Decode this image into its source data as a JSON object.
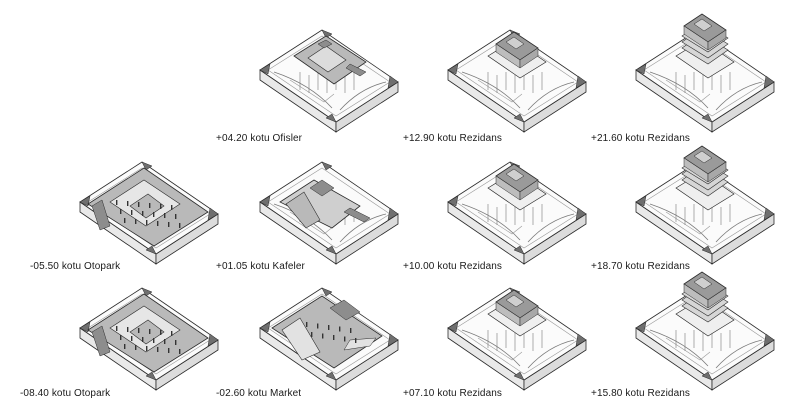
{
  "figure": {
    "background": "#ffffff",
    "colors": {
      "outline": "#2b2b2b",
      "base_face": "#fbfbfb",
      "base_side": "#e9e9e9",
      "slab_fill": "#b9b9b9",
      "slab_dark": "#8d8d8d",
      "tower_fill": "#9a9a9a",
      "tower_light": "#d6d6d6",
      "corner_fill": "#6f6f6f"
    }
  },
  "panels": [
    {
      "id": "r1c2",
      "label": "+04.20 kotu Ofisler",
      "kind": "office"
    },
    {
      "id": "r1c3",
      "label": "+12.90 kotu Rezidans",
      "kind": "residence"
    },
    {
      "id": "r1c4",
      "label": "+21.60 kotu Rezidans",
      "kind": "residence-top"
    },
    {
      "id": "r2c1",
      "label": "-05.50 kotu Otopark",
      "kind": "parking"
    },
    {
      "id": "r2c2",
      "label": "+01.05 kotu Kafeler",
      "kind": "cafe"
    },
    {
      "id": "r2c3",
      "label": "+10.00 kotu Rezidans",
      "kind": "residence"
    },
    {
      "id": "r2c4",
      "label": "+18.70 kotu Rezidans",
      "kind": "residence-top"
    },
    {
      "id": "r3c1",
      "label": "-08.40 kotu Otopark",
      "kind": "parking"
    },
    {
      "id": "r3c2",
      "label": "-02.60 kotu Market",
      "kind": "market"
    },
    {
      "id": "r3c3",
      "label": "+07.10 kotu Rezidans",
      "kind": "residence"
    },
    {
      "id": "r3c4",
      "label": "+15.80 kotu Rezidans",
      "kind": "residence-top"
    }
  ]
}
